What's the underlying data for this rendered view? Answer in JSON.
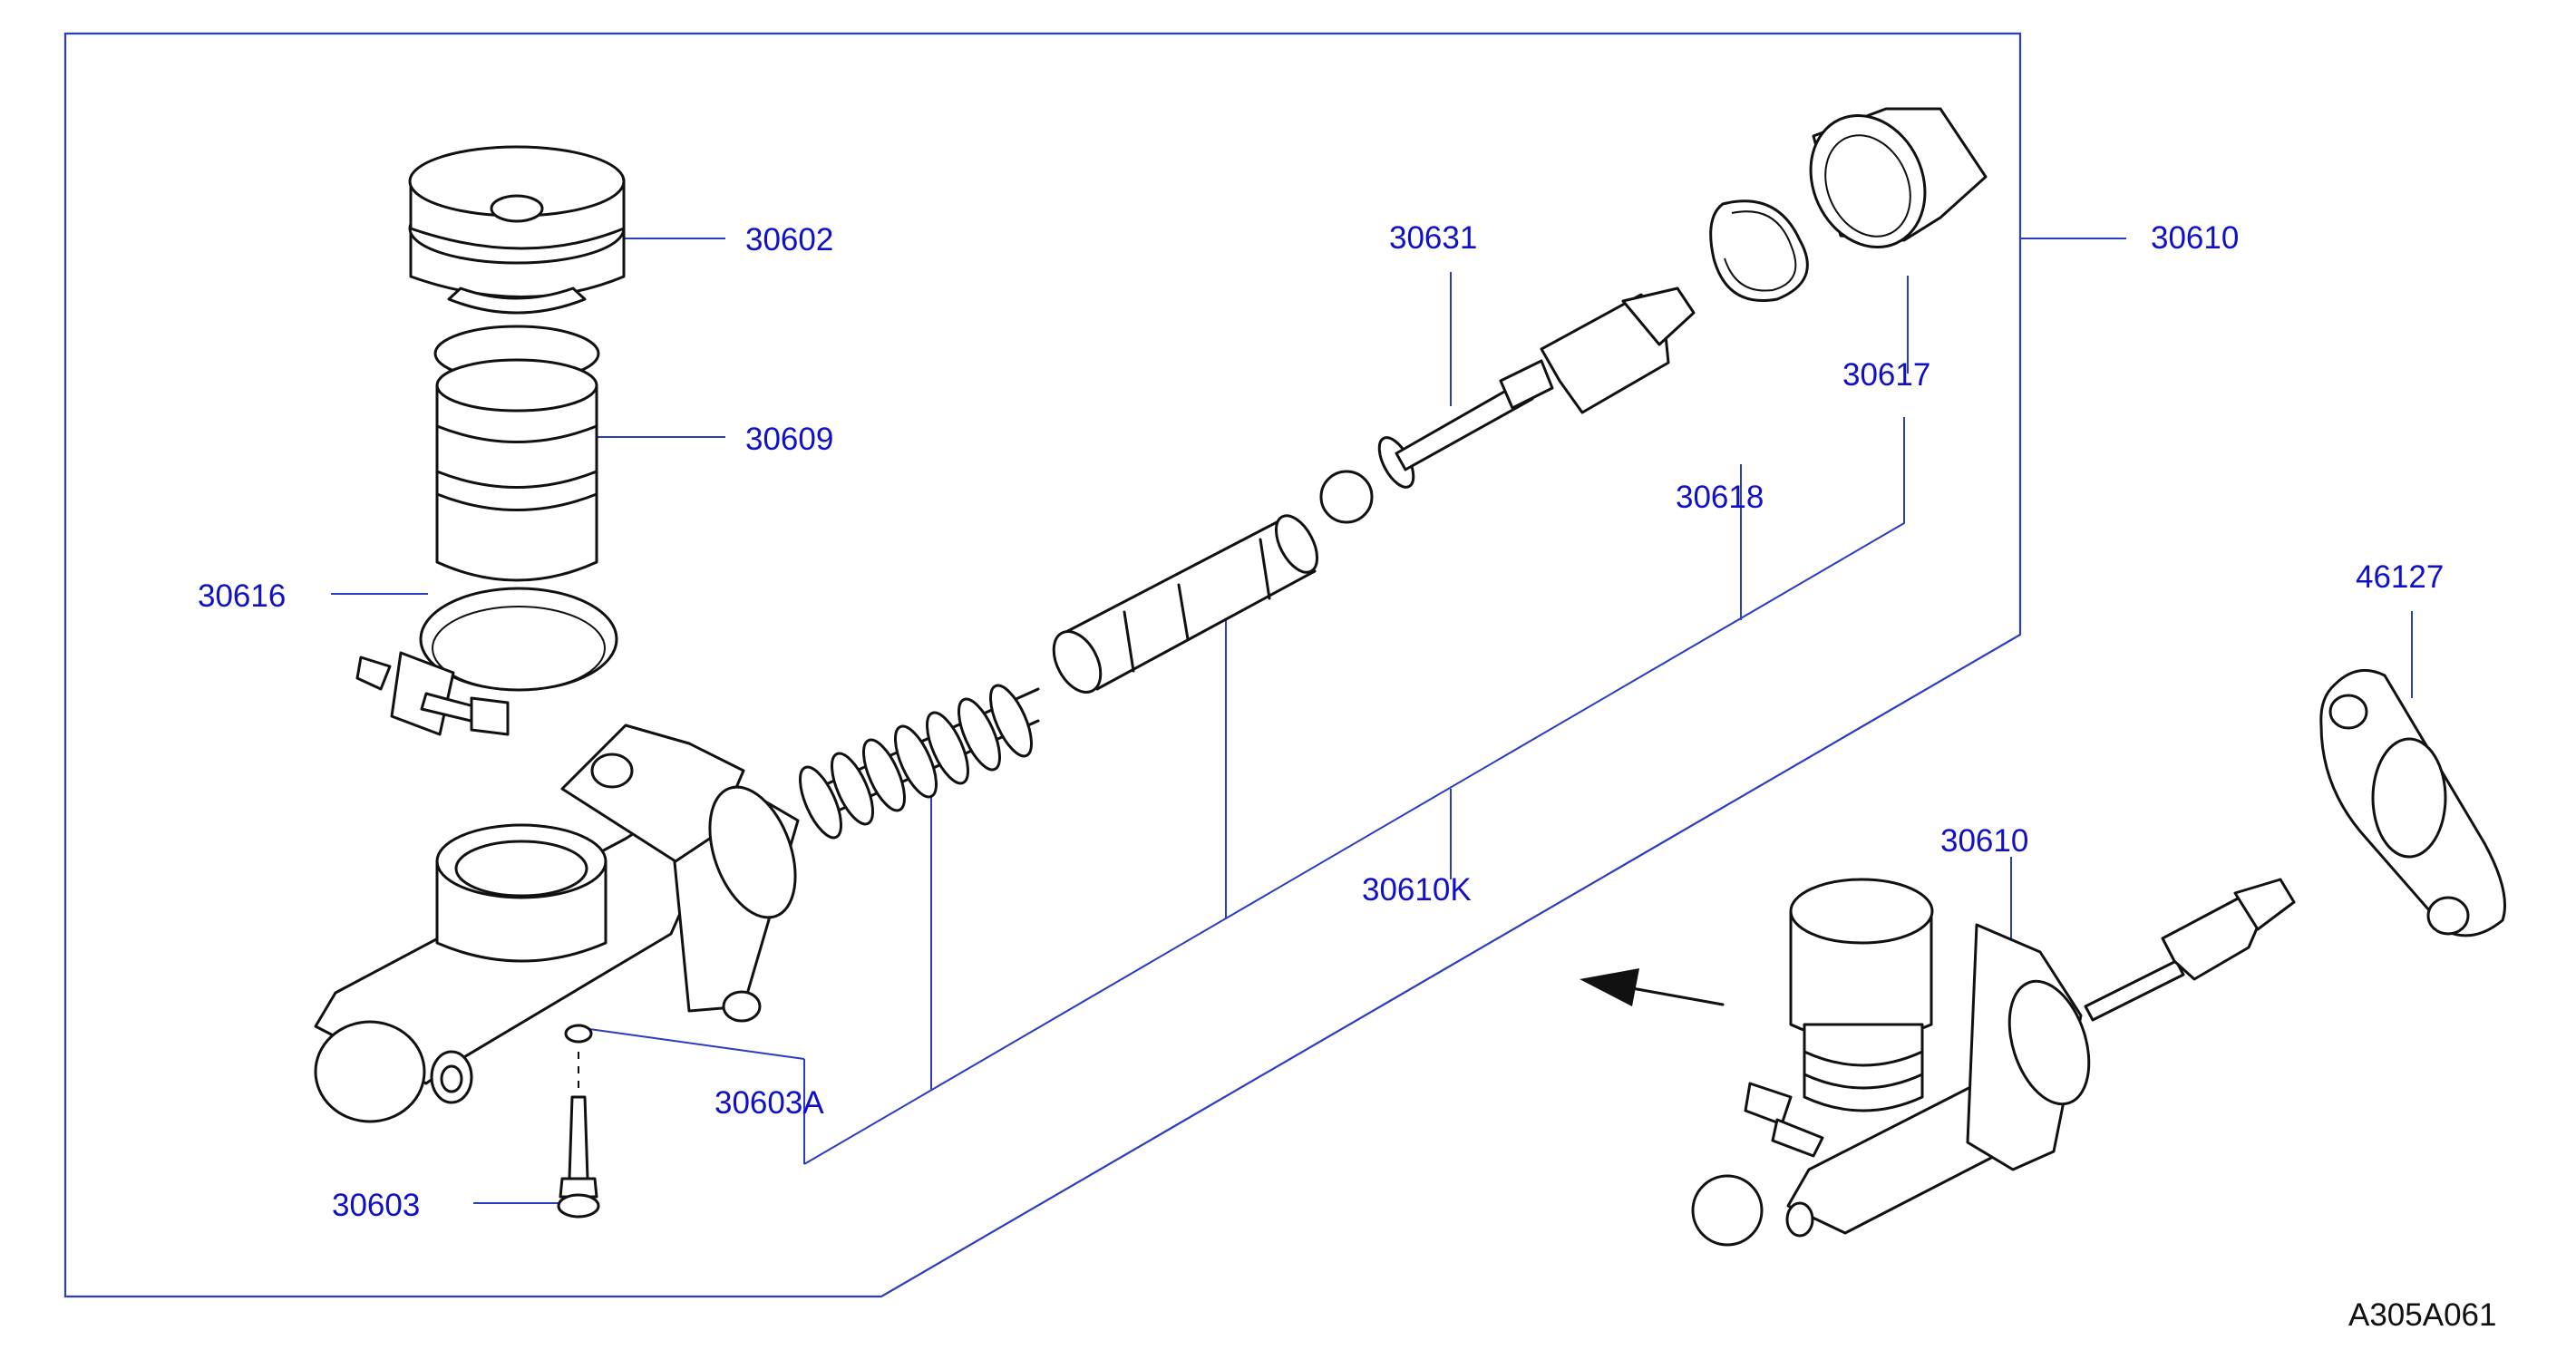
{
  "diagram": {
    "drawing_code": "A305A061",
    "labels": {
      "p30602": "30602",
      "p30609": "30609",
      "p30616": "30616",
      "p30631": "30631",
      "p30610_main": "30610",
      "p30617": "30617",
      "p30618": "30618",
      "p46127": "46127",
      "p30610K": "30610K",
      "p30610_assembly": "30610",
      "p30603A": "30603A",
      "p30603": "30603"
    }
  }
}
